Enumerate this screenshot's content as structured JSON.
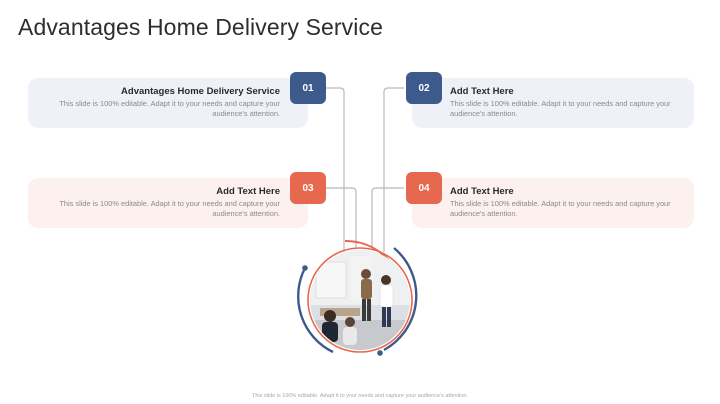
{
  "title": "Advantages Home Delivery Service",
  "items": [
    {
      "number": "01",
      "heading": "Advantages Home Delivery Service",
      "description": "This slide is 100% editable. Adapt it to your needs and capture your audience's attention.",
      "color": "#3d5a8c"
    },
    {
      "number": "02",
      "heading": "Add Text Here",
      "description": "This slide is 100% editable. Adapt it to your needs and capture your audience's attention.",
      "color": "#3d5a8c"
    },
    {
      "number": "03",
      "heading": "Add Text Here",
      "description": "This slide is 100% editable. Adapt it to your needs and capture your audience's attention.",
      "color": "#e5684f"
    },
    {
      "number": "04",
      "heading": "Add Text Here",
      "description": "This slide is 100% editable. Adapt it to your needs and capture your audience's attention.",
      "color": "#e5684f"
    }
  ],
  "center_image": "business-meeting-photo",
  "footer": "This slide is 100% editable. Adapt it to your needs and capture your audience's attention."
}
